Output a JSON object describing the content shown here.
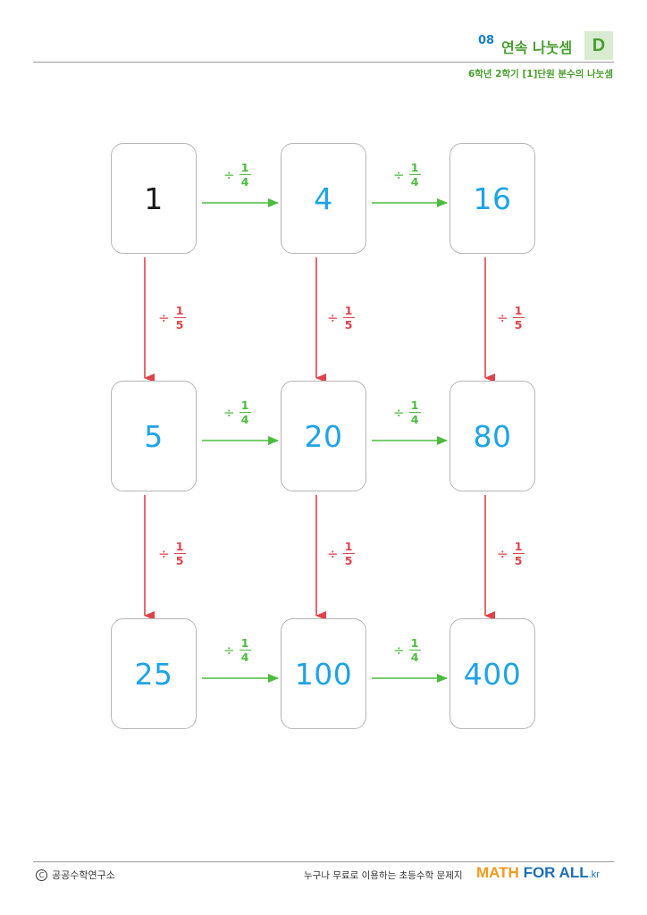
{
  "header": {
    "number": "08",
    "title": "연속 나눗셈",
    "level": "D",
    "subtitle": "6학년 2학기 [1]단원 분수의 나눗셈"
  },
  "grid": {
    "rows": [
      [
        "1",
        "4",
        "16"
      ],
      [
        "5",
        "20",
        "80"
      ],
      [
        "25",
        "100",
        "400"
      ]
    ]
  },
  "operators": {
    "horizontal": {
      "sign": "÷",
      "numerator": "1",
      "denominator": "4",
      "color": "#4cbb3e"
    },
    "vertical": {
      "sign": "÷",
      "numerator": "1",
      "denominator": "5",
      "color": "#e0424a"
    }
  },
  "colors": {
    "value": "#1ea3e6",
    "given_value": "#1a1a1a",
    "accent_green": "#4a9d2f",
    "accent_blue": "#1a80c4"
  },
  "footer": {
    "copyright": "공공수학연구소",
    "tagline": "누구나 무료로 이용하는 초등수학 문제지",
    "brand_part1": "MATH",
    "brand_part2": " FOR ALL",
    "brand_suffix": ".kr"
  }
}
